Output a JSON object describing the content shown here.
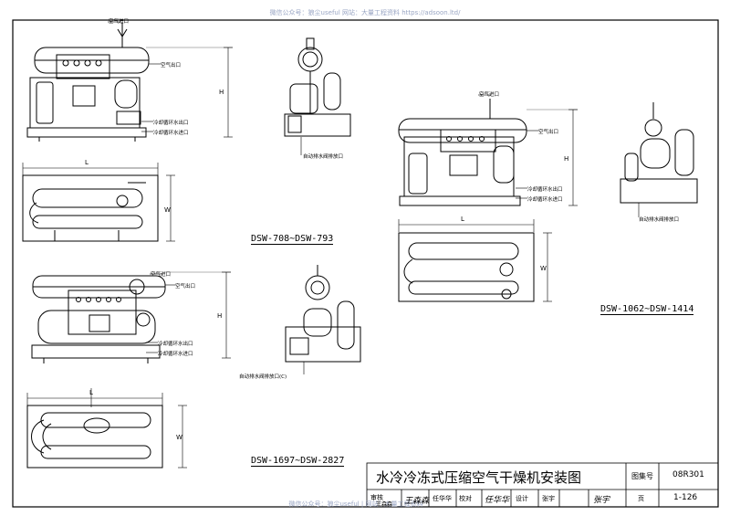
{
  "watermark_top": "微信公众号：狼尘useful    网站：大量工程资料 https://adsoon.ltd/",
  "watermark_bottom": "微信公众号：狼尘useful  |  网站：大量工程资料",
  "views": {
    "view1": {
      "model_label": "DSW-708~DSW-793",
      "air_inlet": "空气进口",
      "air_outlet": "空气出口",
      "cooling_water_out": "冷却循环水出口",
      "cooling_water_in": "冷却循环水进口",
      "drain": "自动排水阀排放口",
      "dim_H": "H",
      "dim_L": "L",
      "dim_W": "W"
    },
    "view2": {
      "model_label": "DSW-1062~DSW-1414",
      "air_inlet": "空气进口",
      "air_outlet": "空气出口",
      "cooling_water_out": "冷却循环水出口",
      "cooling_water_in": "冷却循环水进口",
      "drain": "自动排水阀排放口",
      "dim_H": "H",
      "dim_L": "L",
      "dim_W": "W"
    },
    "view3": {
      "model_label": "DSW-1697~DSW-2827",
      "air_inlet": "空气进口",
      "air_outlet": "空气出口",
      "cooling_water_out": "冷却循环水出口",
      "cooling_water_in": "冷却循环水进口",
      "drain": "自动排水阀排放口(C)",
      "dim_H": "H",
      "dim_L": "L",
      "dim_W": "W"
    }
  },
  "title_block": {
    "title": "水冷冷冻式压缩空气干燥机安装图",
    "atlas_no_label": "图集号",
    "atlas_no": "08R301",
    "review_label": "审核",
    "review_name": "王森森",
    "review_sign": "王森森",
    "check_label": "校对",
    "check_name": "任华华",
    "check_sign": "任华华",
    "design_label": "设计",
    "design_name": "张宇",
    "design_sign": "张宇",
    "page_label": "页",
    "page_no": "1-126"
  }
}
